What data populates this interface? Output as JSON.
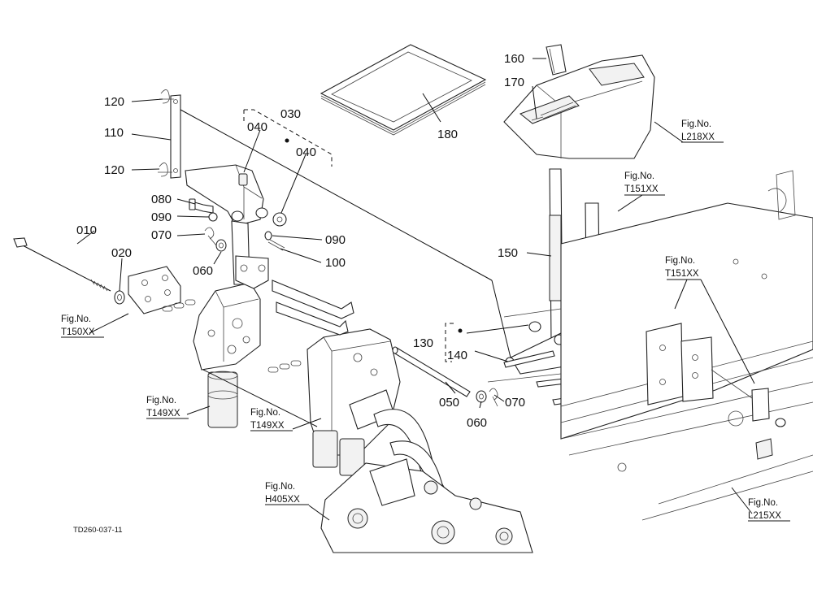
{
  "drawing_code": "TD260-037-11",
  "callouts": [
    "010",
    "020",
    "030",
    "040",
    "040",
    "050",
    "060",
    "060",
    "070",
    "070",
    "080",
    "090",
    "090",
    "100",
    "110",
    "120",
    "120",
    "130",
    "140",
    "150",
    "160",
    "170",
    "180"
  ],
  "figure_refs": [
    {
      "caption": "Fig.No.",
      "ref": "T150XX"
    },
    {
      "caption": "Fig.No.",
      "ref": "T149XX"
    },
    {
      "caption": "Fig.No.",
      "ref": "T149XX"
    },
    {
      "caption": "Fig.No.",
      "ref": "H405XX"
    },
    {
      "caption": "Fig.No.",
      "ref": "L218XX"
    },
    {
      "caption": "Fig.No.",
      "ref": "T151XX"
    },
    {
      "caption": "Fig.No.",
      "ref": "T151XX"
    },
    {
      "caption": "Fig.No.",
      "ref": "L215XX"
    }
  ]
}
